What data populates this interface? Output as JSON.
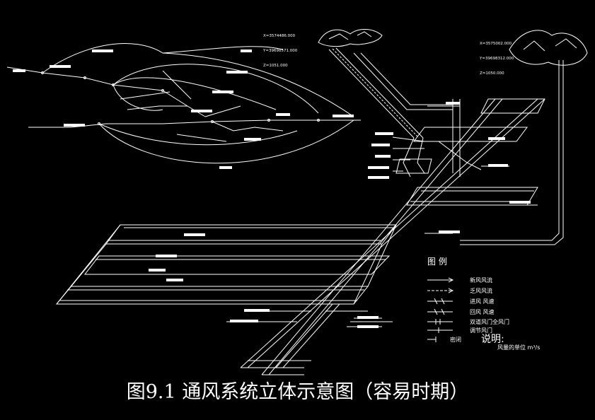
{
  "caption": "图9.1 通风系统立体示意图（容易时期）",
  "legend": {
    "title": "图  例",
    "items": [
      {
        "label": "新风风流",
        "symbol": "fresh-air-arrow"
      },
      {
        "label": "乏风风流",
        "symbol": "return-air-arrow"
      },
      {
        "label": "进风 风速",
        "symbol": "intake-velocity-mark"
      },
      {
        "label": "回风 风速",
        "symbol": "return-velocity-mark"
      },
      {
        "label": "双道风门全风门",
        "symbol": "double-door-mark"
      },
      {
        "label": "调节风门",
        "symbol": "regulator-door-mark"
      },
      {
        "label": "密闭",
        "symbol": "seal-mark"
      }
    ]
  },
  "notes": {
    "title": "说明:",
    "text": "风量的单位 m³/s"
  },
  "coordinates": {
    "left_shaft": [
      "X=3574486.000",
      "Y=39698571.000",
      "Z=1051.000"
    ],
    "right_shaft": [
      "X=3575002.000",
      "Y=39698312.000",
      "Z=1050.000"
    ]
  },
  "colors": {
    "background": "#000000",
    "lines": "#ffffff"
  }
}
